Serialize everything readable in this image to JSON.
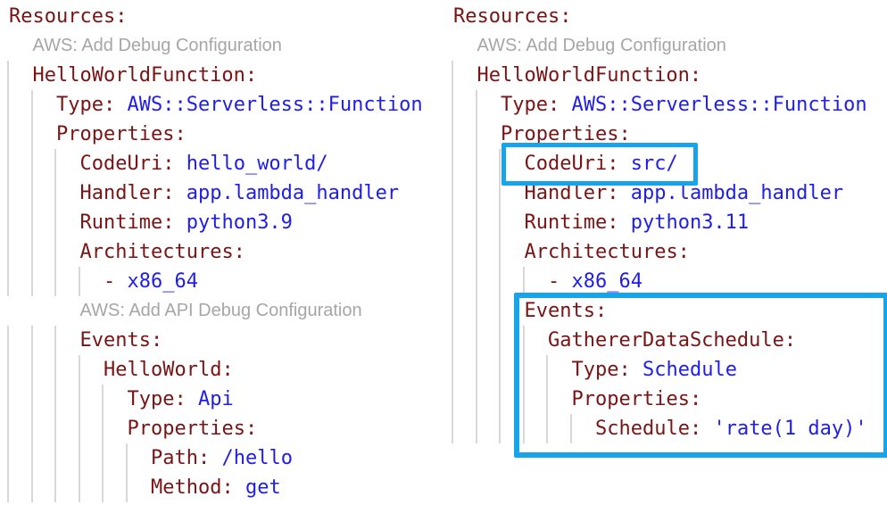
{
  "editor": {
    "colors": {
      "background": "#ffffff",
      "key": "#7a1414",
      "value": "#1e1ee8",
      "codelens": "#a6a6a8",
      "indent_guide": "#d8d8d8",
      "highlight": "#18a4e8"
    },
    "left_panel": {
      "lines": [
        {
          "type": "code",
          "indent": 0,
          "segments": [
            {
              "text": "Resources:",
              "role": "key"
            }
          ]
        },
        {
          "type": "codelens",
          "indent": 2,
          "text": "AWS: Add Debug Configuration"
        },
        {
          "type": "code",
          "indent": 2,
          "segments": [
            {
              "text": "HelloWorldFunction:",
              "role": "key"
            }
          ]
        },
        {
          "type": "code",
          "indent": 4,
          "segments": [
            {
              "text": "Type: ",
              "role": "key"
            },
            {
              "text": "AWS::Serverless::Function",
              "role": "value"
            }
          ]
        },
        {
          "type": "code",
          "indent": 4,
          "segments": [
            {
              "text": "Properties:",
              "role": "key"
            }
          ]
        },
        {
          "type": "code",
          "indent": 6,
          "segments": [
            {
              "text": "CodeUri: ",
              "role": "key"
            },
            {
              "text": "hello_world/",
              "role": "value"
            }
          ]
        },
        {
          "type": "code",
          "indent": 6,
          "segments": [
            {
              "text": "Handler: ",
              "role": "key"
            },
            {
              "text": "app.lambda_handler",
              "role": "value"
            }
          ]
        },
        {
          "type": "code",
          "indent": 6,
          "segments": [
            {
              "text": "Runtime: ",
              "role": "key"
            },
            {
              "text": "python3.9",
              "role": "value"
            }
          ]
        },
        {
          "type": "code",
          "indent": 6,
          "segments": [
            {
              "text": "Architectures:",
              "role": "key"
            }
          ]
        },
        {
          "type": "code",
          "indent": 8,
          "segments": [
            {
              "text": "- ",
              "role": "key"
            },
            {
              "text": "x86_64",
              "role": "value"
            }
          ]
        },
        {
          "type": "codelens",
          "indent": 6,
          "text": "AWS: Add API Debug Configuration"
        },
        {
          "type": "code",
          "indent": 6,
          "segments": [
            {
              "text": "Events:",
              "role": "key"
            }
          ]
        },
        {
          "type": "code",
          "indent": 8,
          "segments": [
            {
              "text": "HelloWorld:",
              "role": "key"
            }
          ]
        },
        {
          "type": "code",
          "indent": 10,
          "segments": [
            {
              "text": "Type: ",
              "role": "key"
            },
            {
              "text": "Api",
              "role": "value"
            }
          ]
        },
        {
          "type": "code",
          "indent": 10,
          "segments": [
            {
              "text": "Properties:",
              "role": "key"
            }
          ]
        },
        {
          "type": "code",
          "indent": 12,
          "segments": [
            {
              "text": "Path: ",
              "role": "key"
            },
            {
              "text": "/hello",
              "role": "value"
            }
          ]
        },
        {
          "type": "code",
          "indent": 12,
          "segments": [
            {
              "text": "Method: ",
              "role": "key"
            },
            {
              "text": "get",
              "role": "value"
            }
          ]
        }
      ]
    },
    "right_panel": {
      "lines": [
        {
          "type": "code",
          "indent": 0,
          "segments": [
            {
              "text": "Resources:",
              "role": "key"
            }
          ]
        },
        {
          "type": "codelens",
          "indent": 2,
          "text": "AWS: Add Debug Configuration"
        },
        {
          "type": "code",
          "indent": 2,
          "segments": [
            {
              "text": "HelloWorldFunction:",
              "role": "key"
            }
          ]
        },
        {
          "type": "code",
          "indent": 4,
          "segments": [
            {
              "text": "Type: ",
              "role": "key"
            },
            {
              "text": "AWS::Serverless::Function",
              "role": "value"
            }
          ]
        },
        {
          "type": "code",
          "indent": 4,
          "segments": [
            {
              "text": "Properties:",
              "role": "key"
            }
          ]
        },
        {
          "type": "code",
          "indent": 6,
          "segments": [
            {
              "text": "CodeUri: ",
              "role": "key"
            },
            {
              "text": "src/",
              "role": "value"
            }
          ]
        },
        {
          "type": "code",
          "indent": 6,
          "segments": [
            {
              "text": "Handler: ",
              "role": "key"
            },
            {
              "text": "app.lambda_handler",
              "role": "value"
            }
          ]
        },
        {
          "type": "code",
          "indent": 6,
          "segments": [
            {
              "text": "Runtime: ",
              "role": "key"
            },
            {
              "text": "python3.11",
              "role": "value"
            }
          ]
        },
        {
          "type": "code",
          "indent": 6,
          "segments": [
            {
              "text": "Architectures:",
              "role": "key"
            }
          ]
        },
        {
          "type": "code",
          "indent": 8,
          "segments": [
            {
              "text": "- ",
              "role": "key"
            },
            {
              "text": "x86_64",
              "role": "value"
            }
          ]
        },
        {
          "type": "code",
          "indent": 6,
          "segments": [
            {
              "text": "Events:",
              "role": "key"
            }
          ]
        },
        {
          "type": "code",
          "indent": 8,
          "segments": [
            {
              "text": "GathererDataSchedule:",
              "role": "key"
            }
          ]
        },
        {
          "type": "code",
          "indent": 10,
          "segments": [
            {
              "text": "Type: ",
              "role": "key"
            },
            {
              "text": "Schedule",
              "role": "value"
            }
          ]
        },
        {
          "type": "code",
          "indent": 10,
          "segments": [
            {
              "text": "Properties:",
              "role": "key"
            }
          ]
        },
        {
          "type": "code",
          "indent": 12,
          "segments": [
            {
              "text": "Schedule: ",
              "role": "key"
            },
            {
              "text": "'rate(1 day)'",
              "role": "value"
            }
          ]
        }
      ],
      "highlights": [
        {
          "id": "hl-codeuri",
          "name": "codeuri-highlight-box"
        },
        {
          "id": "hl-events",
          "name": "events-highlight-box"
        }
      ]
    }
  }
}
